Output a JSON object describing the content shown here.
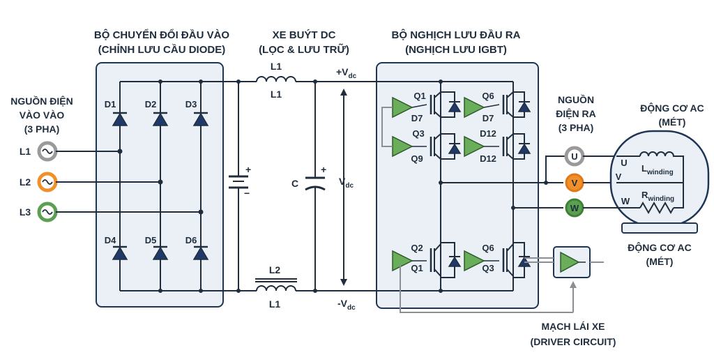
{
  "headers": {
    "input_converter": [
      "BỘ CHUYỂN ĐỔI ĐẦU VÀO",
      "(CHỈNH LƯU CẦU DIODE)"
    ],
    "dc_bus": [
      "XE BUÝT DC",
      "(LỌC & LƯU TRỮ)"
    ],
    "output_inverter": [
      "BỘ NGHỊCH LƯU ĐẦU RA",
      "(NGHỊCH LƯU IGBT)"
    ]
  },
  "source": {
    "title": [
      "NGUỒN ĐIỆN",
      "VÀO VÀO",
      "(3 PHA)"
    ],
    "phases": [
      {
        "label": "L1",
        "color": "#9a9a9a"
      },
      {
        "label": "L2",
        "color": "#f0902a"
      },
      {
        "label": "L3",
        "color": "#5aa050"
      }
    ]
  },
  "rectifier": {
    "top_diodes": [
      "D1",
      "D2",
      "D3"
    ],
    "bottom_diodes": [
      "D4",
      "D5",
      "D6"
    ]
  },
  "dc_link": {
    "inductor_top": [
      "L1",
      "L1"
    ],
    "inductor_bottom": [
      "L2",
      "L1"
    ],
    "cap_plus": "+",
    "cap_minus": "−",
    "cap_label": "C",
    "cap2_plus": "+",
    "vdc_pos": "+V",
    "vdc_neg": "-V",
    "vdc_mid": "V",
    "vdc_sub": "dc"
  },
  "inverter": {
    "upper_left": [
      "Q1",
      "D7",
      "Q3",
      "Q9"
    ],
    "upper_right": [
      "Q6",
      "D7",
      "D12",
      "D12"
    ],
    "lower_left": [
      "Q2",
      "Q1"
    ],
    "lower_right": [
      "Q6",
      "Q3"
    ]
  },
  "output": {
    "title": [
      "NGUỒN",
      "ĐIỆN RA",
      "(3 PHA)"
    ],
    "phases": [
      {
        "label": "U",
        "color": "#9a9a9a"
      },
      {
        "label": "V",
        "color": "#f0902a"
      },
      {
        "label": "W",
        "color": "#5aa050"
      }
    ]
  },
  "motor": {
    "title_top": [
      "ĐỘNG CƠ AC",
      "(MÉT)"
    ],
    "title_bottom": [
      "ĐỘNG CƠ AC",
      "(MÉT)"
    ],
    "terminals": [
      "U",
      "V",
      "W"
    ],
    "l_winding": "L",
    "l_sub": "winding",
    "r_winding": "R",
    "r_sub": "winding"
  },
  "driver": {
    "title": [
      "MẠCH LÁI XE",
      "(DRIVER CIRCUIT)"
    ]
  }
}
